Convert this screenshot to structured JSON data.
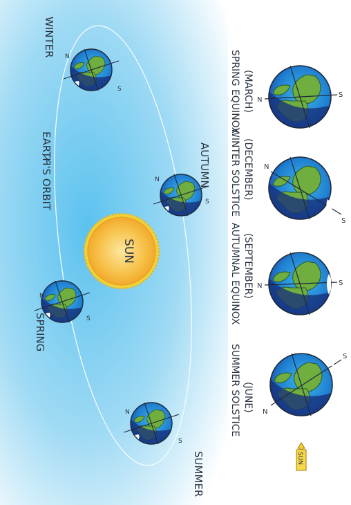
{
  "labels": {
    "winter": "WINTER",
    "autumn": "AUTUMN",
    "spring": "SPRING",
    "summer": "SUMMER",
    "orbit": "EARTH'S ORBIT",
    "sun": "SUN"
  },
  "pole_labels": {
    "north": "N",
    "south": "S"
  },
  "legend": {
    "summer_solstice": {
      "line1": "SUMMER SOLSTICE",
      "line2": "(JUNE)"
    },
    "autumnal_equinox": {
      "line1": "AUTUMNAL EQUINOX",
      "line2": "(SEPTEMBER)"
    },
    "winter_solstice": {
      "line1": "WINTER SOLSTICE",
      "line2": "(DECEMBER)"
    },
    "spring_equinox": {
      "line1": "SPRING EQUINOX",
      "line2": "(MARCH)"
    },
    "sun_indicator": "SUN"
  },
  "colors": {
    "sky_center": "#8fd3f2",
    "sky_edge": "#ffffff",
    "sun": "#f6b92e",
    "sun_rim": "#f2d23a",
    "ocean": "#1f5bb8",
    "ocean_light": "#2aa7e3",
    "land": "#6fae3f",
    "night": "#18306e",
    "ice": "#ffffff"
  }
}
